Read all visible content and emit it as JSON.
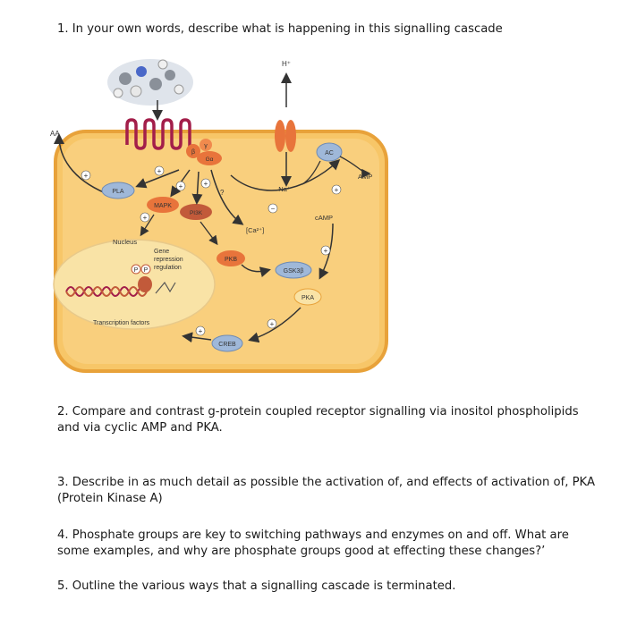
{
  "questions": {
    "q1": "1. In your own words, describe what is happening in this signalling cascade",
    "q2": "2. Compare and contrast g-protein coupled receptor signalling via inositol phospholipids and via cyclic AMP and PKA.",
    "q3": "3. Describe in as much detail as possible the activation of, and effects of activation of, PKA (Protein Kinase A)",
    "q4": "4. Phosphate groups are key to switching pathways and enzymes on and off. What are some examples, and why are phosphate groups good at effecting these changes?’",
    "q5": "5. Outline the various ways that a signalling cascade is terminated."
  },
  "diagram": {
    "h_plus": "H⁺",
    "aa": "AA",
    "beta": "β",
    "gamma": "γ",
    "g_alpha": "Gα",
    "ac": "AC",
    "amp": "AMP",
    "pla": "PLA",
    "mapk": "MAPK",
    "pi3k": "PI3K",
    "na_plus": "Na⁺",
    "camp": "cAMP",
    "ca": "[Ca²⁺]",
    "question_mark": "?",
    "nucleus": "Nucleus",
    "gene_line1": "Gene",
    "gene_line2": "repression",
    "gene_line3": "regulation",
    "p": "P",
    "pkb": "PKB",
    "gsk3b": "GSK3β",
    "pka": "PKA",
    "transcription_factors": "Transcription factors",
    "creb": "CREB",
    "plus": "+",
    "minus": "−"
  },
  "colors": {
    "cell_fill": "#f7c668",
    "cell_border": "#e8a23a",
    "nucleus_fill": "#f9e3a6",
    "receptor": "#a31e4a",
    "enzyme": "#e8743b",
    "kinase_blue": "#9fb8d9",
    "arrow": "#333333"
  }
}
